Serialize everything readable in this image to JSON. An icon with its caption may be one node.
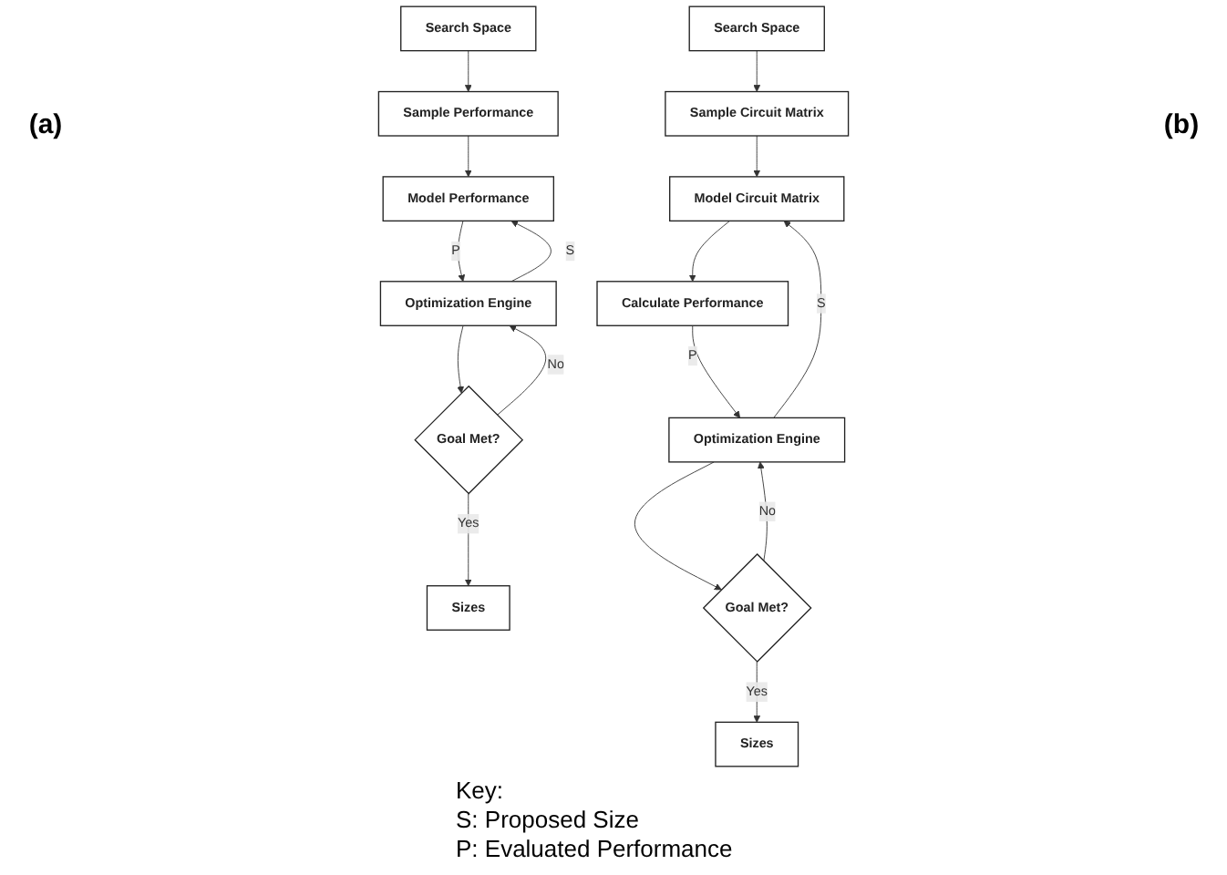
{
  "diagram": {
    "nodes": [
      {
        "text": [
          "Search Space"
        ]
      },
      {
        "text": [
          "Sample Performance"
        ]
      },
      {
        "text": [
          "Model Performance"
        ]
      },
      {
        "text": [
          "Optimization Engine"
        ]
      },
      {
        "text": [
          "Goal Met?"
        ]
      },
      {
        "text": [
          "Sizes"
        ]
      },
      {
        "text": [
          "Search Space"
        ]
      },
      {
        "text": [
          "Sample Circuit Matrix"
        ]
      },
      {
        "text": [
          "Model Circuit Matrix"
        ]
      },
      {
        "text": [
          "Optimization Engine"
        ]
      },
      {
        "text": [
          "Calculate Performance"
        ]
      },
      {
        "text": [
          "Goal Met?"
        ]
      },
      {
        "text": [
          "Sizes"
        ]
      }
    ],
    "edges": [
      {
        "from": 0,
        "to": 1,
        "arrow": "to"
      },
      {
        "from": 1,
        "to": 2,
        "arrow": "to"
      },
      {
        "from": 3,
        "to": 2,
        "arrow": "to",
        "label": "S"
      },
      {
        "from": 2,
        "to": 3,
        "arrow": "to",
        "label": "P"
      },
      {
        "from": 3,
        "to": 4,
        "arrow": "to"
      },
      {
        "from": 4,
        "to": 3,
        "arrow": "to",
        "label": "No"
      },
      {
        "from": 4,
        "to": 5,
        "arrow": "to",
        "label": "Yes"
      },
      {
        "from": 6,
        "to": 7,
        "arrow": "to"
      },
      {
        "from": 7,
        "to": 8,
        "arrow": "to"
      },
      {
        "from": 9,
        "to": 8,
        "arrow": "to",
        "label": "S"
      },
      {
        "from": 8,
        "to": 10,
        "arrow": "to"
      },
      {
        "from": 10,
        "to": 9,
        "arrow": "to",
        "label": "P"
      },
      {
        "from": 9,
        "to": 11,
        "arrow": "to"
      },
      {
        "from": 11,
        "to": 9,
        "arrow": "to",
        "label": "No"
      },
      {
        "from": 11,
        "to": 12,
        "arrow": "to",
        "label": "Yes"
      }
    ],
    "labels": [
      "(a)",
      "(b)",
      "Key:",
      "S: Proposed Size",
      "P: Evaluated Performance"
    ]
  }
}
